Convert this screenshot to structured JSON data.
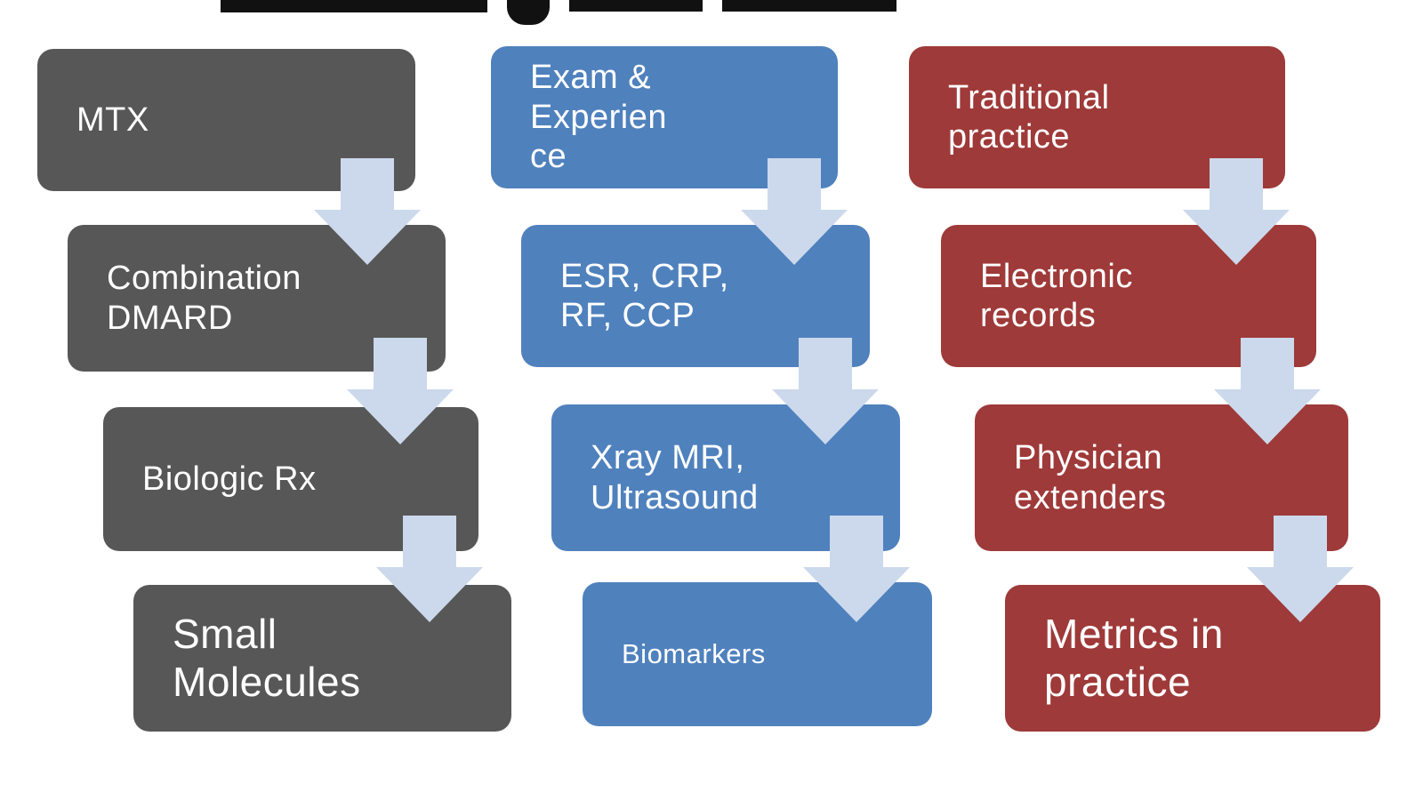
{
  "diagram": {
    "type": "three-column step-down flow diagram",
    "arrow_color": "#ccd9ec",
    "columns": [
      {
        "id": "treatment",
        "color": "#575757",
        "steps": [
          {
            "label": "MTX"
          },
          {
            "label": "Combination\nDMARD"
          },
          {
            "label": "Biologic Rx"
          },
          {
            "label": "Small\nMolecules"
          }
        ]
      },
      {
        "id": "assessment",
        "color": "#4f81bd",
        "steps": [
          {
            "label": "Exam &\nExperien\nce"
          },
          {
            "label": "ESR, CRP,\nRF, CCP"
          },
          {
            "label": "Xray  MRI,\nUltrasound"
          },
          {
            "label": "Biomarkers"
          }
        ]
      },
      {
        "id": "practice",
        "color": "#9e3a39",
        "steps": [
          {
            "label": "Traditional\npractice"
          },
          {
            "label": "Electronic\nrecords"
          },
          {
            "label": "Physician\nextenders"
          },
          {
            "label": "Metrics in\npractice"
          }
        ]
      }
    ]
  }
}
